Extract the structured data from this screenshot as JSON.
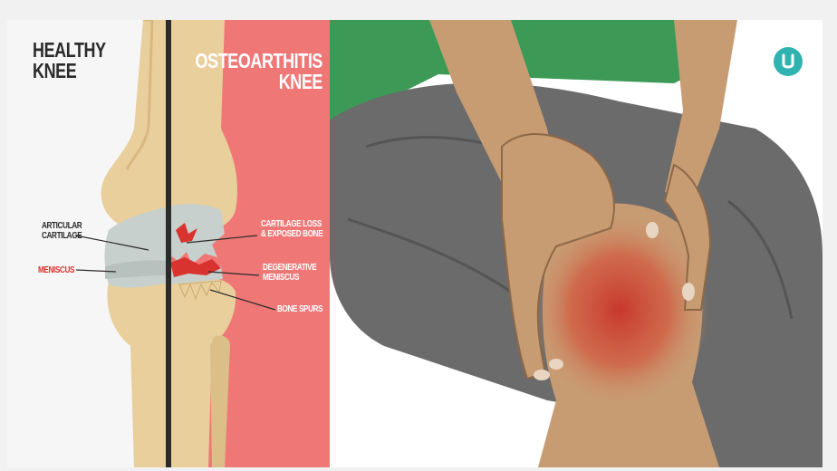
{
  "healthy": {
    "title_line1": "HEALTHY",
    "title_line2": "KNEE",
    "articular_line1": "ARTICULAR",
    "articular_line2": "CARTILAGE",
    "meniscus": "MENISCUS"
  },
  "oa": {
    "title_line1": "OSTEOARTHITIS",
    "title_line2": "KNEE",
    "cartilage_loss_line1": "CARTILAGE LOSS",
    "cartilage_loss_line2": "& EXPOSED BONE",
    "degenerative_line1": "DEGENERATIVE",
    "degenerative_line2": "MENISCUS",
    "bone_spurs": "BONE SPURS"
  },
  "colors": {
    "oa_panel": "#ef7877",
    "bone": "#e9cf9c",
    "cartilage": "#c7d0cc",
    "damage": "#d9332f",
    "shirt": "#3c9a56",
    "pants": "#6b6b6b",
    "skin": "#c89c73",
    "inflammation": "#c8322a",
    "logo": "#2fb3b0"
  },
  "logo_icon": "brand-logo-icon"
}
